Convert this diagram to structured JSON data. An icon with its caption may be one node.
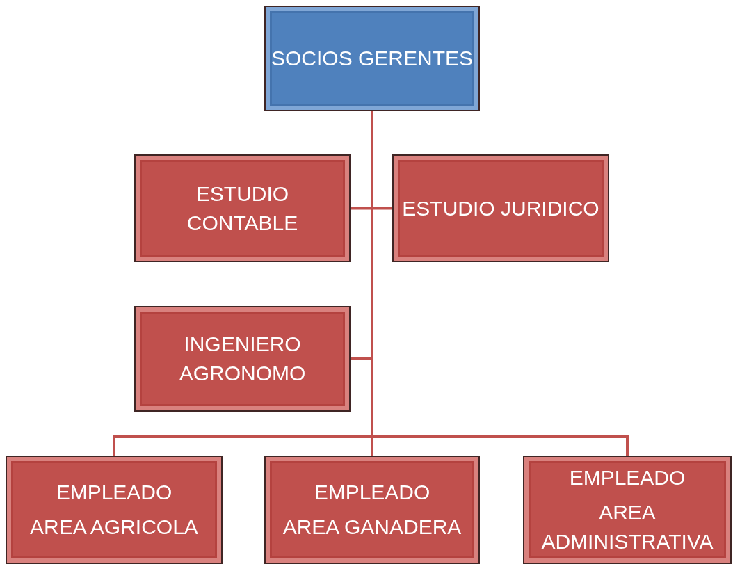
{
  "diagram": {
    "nodes": [
      {
        "text": [
          "SOCIOS GERENTES"
        ]
      },
      {
        "text": [
          "ESTUDIO CONTABLE"
        ]
      },
      {
        "text": [
          "ESTUDIO JURIDICO"
        ]
      },
      {
        "text": [
          "INGENIERO AGRONOMO"
        ]
      },
      {
        "text": [
          "EMPLEADO",
          "AREA AGRICOLA"
        ]
      },
      {
        "text": [
          "EMPLEADO",
          "AREA GANADERA"
        ]
      },
      {
        "text": [
          "EMPLEADO",
          "AREA ADMINISTRATIVA"
        ]
      }
    ],
    "edges": [
      {
        "from": 0,
        "to": 1,
        "arrow": "none"
      },
      {
        "from": 0,
        "to": 2,
        "arrow": "none"
      },
      {
        "from": 0,
        "to": 3,
        "arrow": "none"
      },
      {
        "from": 0,
        "to": 4,
        "arrow": "none"
      },
      {
        "from": 0,
        "to": 5,
        "arrow": "none"
      },
      {
        "from": 0,
        "to": 6,
        "arrow": "none"
      }
    ]
  }
}
